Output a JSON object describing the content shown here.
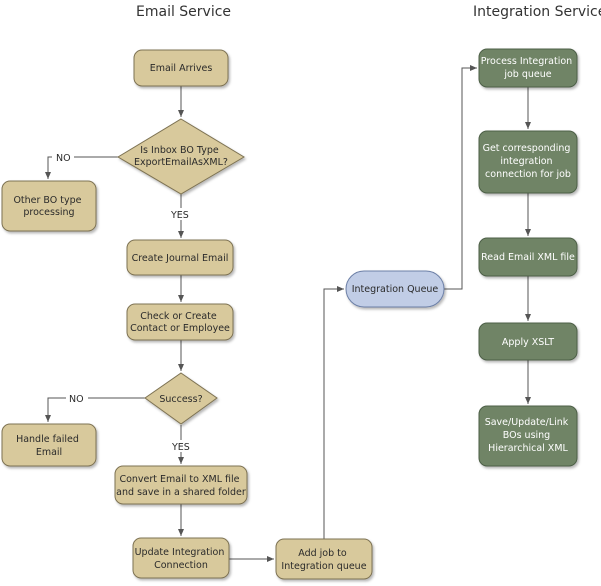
{
  "titles": {
    "email_service": "Email Service",
    "integration_service": "Integration Service"
  },
  "nodes": {
    "email_arrives": [
      "Email Arrives"
    ],
    "is_inbox_bo_type": [
      "Is Inbox BO Type",
      "ExportEmailAsXML?"
    ],
    "other_bo_type": [
      "Other BO type",
      "processing"
    ],
    "create_journal_email": [
      "Create Journal Email"
    ],
    "check_or_create_contact": [
      "Check or Create",
      "Contact or Employee"
    ],
    "success": [
      "Success?"
    ],
    "handle_failed_email": [
      "Handle failed",
      "Email"
    ],
    "convert_email_to_xml": [
      "Convert Email to XML file",
      "and save in a shared folder"
    ],
    "update_integration_connection": [
      "Update Integration",
      "Connection"
    ],
    "add_job_to_queue": [
      "Add job to",
      "Integration queue"
    ],
    "integration_queue": [
      "Integration Queue"
    ],
    "process_job_queue": [
      "Process Integration",
      "job queue"
    ],
    "get_integration_connection": [
      "Get corresponding",
      "integration",
      "connection for job"
    ],
    "read_email_xml": [
      "Read Email XML file"
    ],
    "apply_xslt": [
      "Apply XSLT"
    ],
    "save_update_link": [
      "Save/Update/Link",
      "BOs using",
      "Hierarchical XML"
    ]
  },
  "edge_labels": {
    "no_1": "NO",
    "yes_1": "YES",
    "no_2": "NO",
    "yes_2": "YES"
  },
  "colors": {
    "tan_fill": "#d8c99c",
    "tan_stroke": "#7d7252",
    "green_fill": "#6f8466",
    "green_stroke": "#4d5f47",
    "blue_fill": "#c1cde6",
    "blue_stroke": "#6c7fa6",
    "line": "#555555"
  }
}
